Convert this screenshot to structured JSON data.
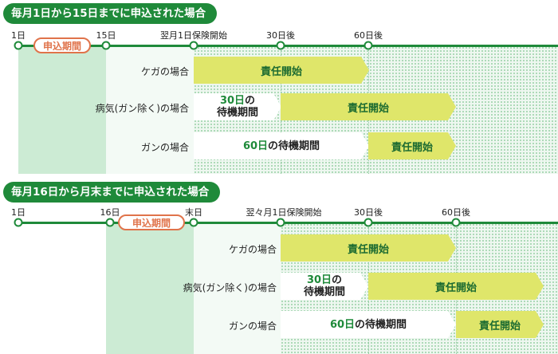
{
  "panels": [
    {
      "title": "毎月1日から15日までに申込された場合",
      "ticks": [
        "1日",
        "15日",
        "翌月1日保険開始",
        "30日後",
        "60日後"
      ],
      "application_label": "申込期間",
      "rows": [
        {
          "label": "ケガの場合",
          "start_label": "責任開始"
        },
        {
          "label": "病気(ガン除く)の場合",
          "wait_num": "30日",
          "wait_suffix": "の",
          "wait_line2": "待機期間",
          "start_label": "責任開始"
        },
        {
          "label": "ガンの場合",
          "wait_num": "60日",
          "wait_suffix": "の待機期間",
          "start_label": "責任開始"
        }
      ]
    },
    {
      "title": "毎月16日から月末までに申込された場合",
      "ticks": [
        "1日",
        "16日",
        "末日",
        "翌々月1日保険開始",
        "30日後",
        "60日後"
      ],
      "application_label": "申込期間",
      "rows": [
        {
          "label": "ケガの場合",
          "start_label": "責任開始"
        },
        {
          "label": "病気(ガン除く)の場合",
          "wait_num": "30日",
          "wait_suffix": "の",
          "wait_line2": "待機期間",
          "start_label": "責任開始"
        },
        {
          "label": "ガンの場合",
          "wait_num": "60日",
          "wait_suffix": "の待機期間",
          "start_label": "責任開始"
        }
      ]
    }
  ],
  "colors": {
    "primary_green": "#1f8a3a",
    "application_band": "#ccebd4",
    "pill_orange": "#e0734a",
    "coverage_yellow": "#dfe66a"
  }
}
